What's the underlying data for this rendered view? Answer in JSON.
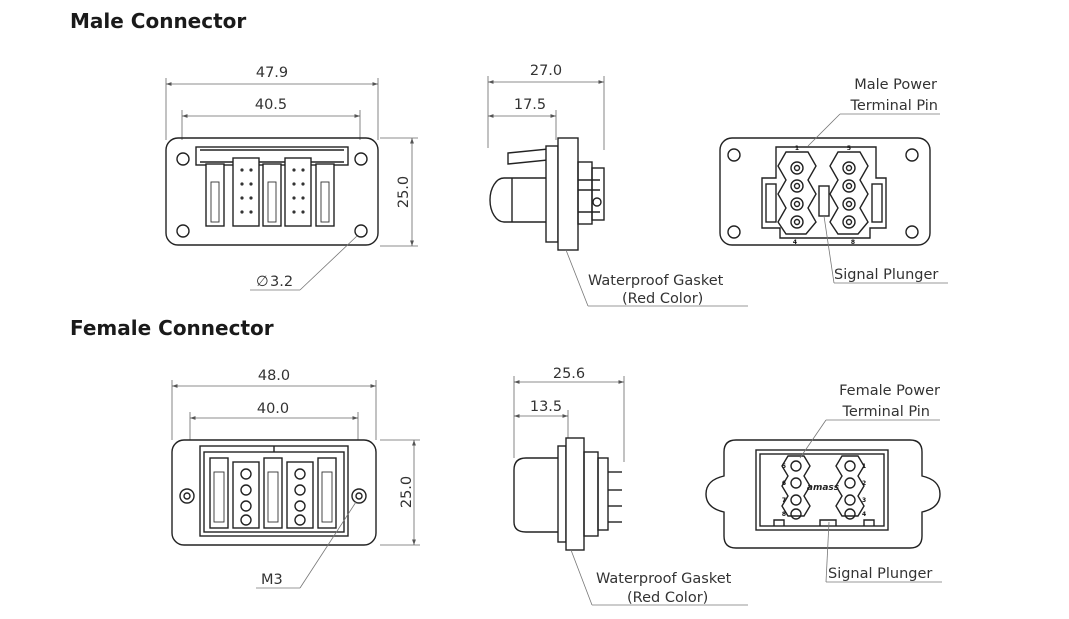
{
  "sections": [
    {
      "heading": "Male Connector"
    },
    {
      "heading": "Female Connector"
    }
  ],
  "male": {
    "front": {
      "overall_width": "47.9",
      "inner_width": "40.5",
      "height": "25.0",
      "hole_dia": "3.2",
      "hole_symbol": "∅"
    },
    "side": {
      "overall_depth": "27.0",
      "partial_depth": "17.5",
      "gasket_line1": "Waterproof Gasket",
      "gasket_line2": "(Red Color)"
    },
    "back": {
      "power_pin_line1": "Male Power",
      "power_pin_line2": "Terminal Pin",
      "signal_plunger": "Signal Plunger",
      "pin_nums": [
        "1",
        "5",
        "4",
        "8"
      ]
    }
  },
  "female": {
    "front": {
      "overall_width": "48.0",
      "inner_width": "40.0",
      "height": "25.0",
      "screw": "M3"
    },
    "side": {
      "overall_depth": "25.6",
      "partial_depth": "13.5",
      "gasket_line1": "Waterproof Gasket",
      "gasket_line2": "(Red Color)"
    },
    "back": {
      "power_pin_line1": "Female Power",
      "power_pin_line2": "Terminal Pin",
      "signal_plunger": "Signal Plunger",
      "logo": "amass",
      "pin_nums": [
        "5",
        "1",
        "6",
        "2",
        "7",
        "3",
        "8",
        "4"
      ]
    }
  }
}
